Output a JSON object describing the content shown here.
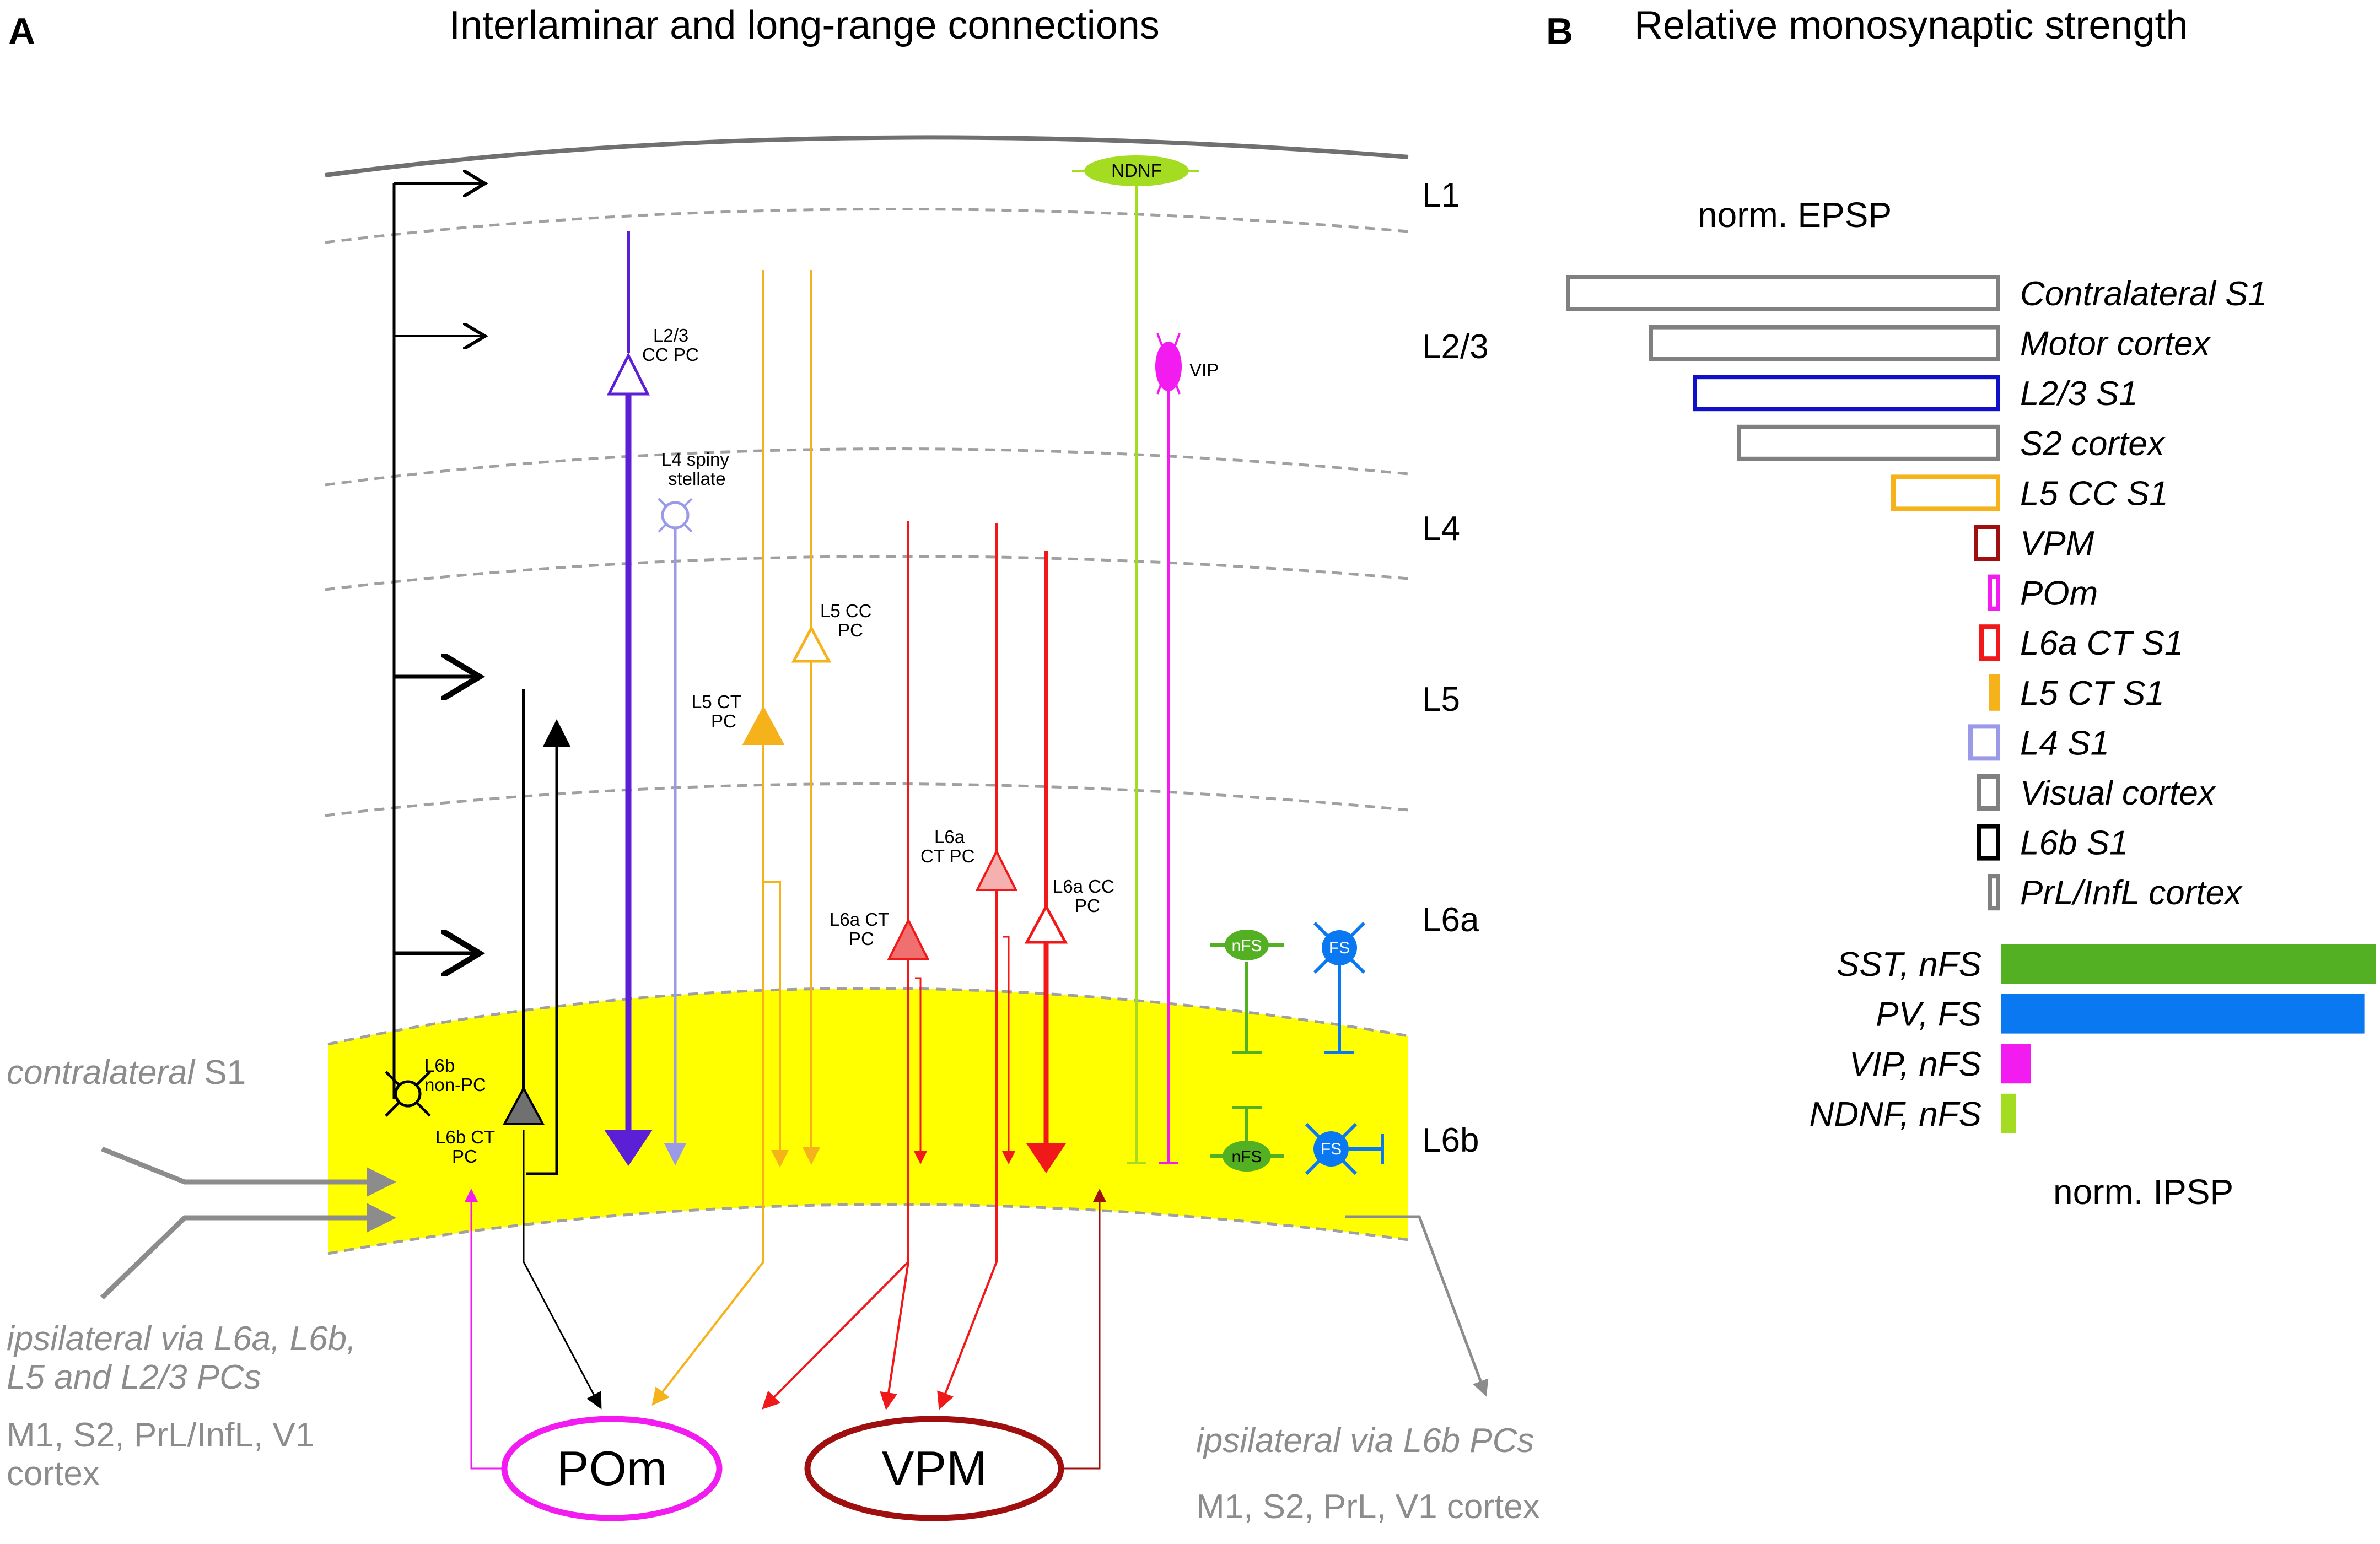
{
  "panel_a": {
    "letter": "A",
    "title": "Interlaminar and long-range connections",
    "layers": [
      "L1",
      "L2/3",
      "L4",
      "L5",
      "L6a",
      "L6b"
    ],
    "cells": {
      "l23_cc_pc": [
        "L2/3",
        "CC PC"
      ],
      "l4_spiny": [
        "L4 spiny",
        "stellate"
      ],
      "l5_cc_pc": [
        "L5 CC",
        "PC"
      ],
      "l5_ct_pc": [
        "L5 CT",
        "PC"
      ],
      "l6a_ct_pc_1": [
        "L6a",
        "CT PC"
      ],
      "l6a_ct_pc_2": [
        "L6a CT",
        "PC"
      ],
      "l6a_cc_pc": [
        "L6a CC",
        "PC"
      ],
      "l6b_non_pc": [
        "L6b",
        "non-PC"
      ],
      "l6b_ct_pc": [
        "L6b CT",
        "PC"
      ],
      "ndnf": "NDNF",
      "vip": "VIP",
      "nfs": "nFS",
      "fs": "FS"
    },
    "inputs": {
      "contra_italic": "contralateral",
      "contra_plain": " S1",
      "ipsi_line1": "ipsilateral via L6a, L6b,",
      "ipsi_line2": "L5 and L2/3 PCs",
      "ipsi_areas_line1": "M1, S2, PrL/InfL, V1",
      "ipsi_areas_line2": "cortex"
    },
    "outputs": {
      "line1": "ipsilateral via L6b PCs",
      "line2": "M1, S2, PrL, V1 cortex"
    },
    "nuclei": {
      "pom": "POm",
      "vpm": "VPM"
    },
    "colors": {
      "l6b_band": "#ffff00",
      "l23": "#5b1fd6",
      "l4": "#9a9ae8",
      "l5": "#f5b21a",
      "l6a": "#f01818",
      "ndnf": "#a4dc22",
      "vip": "#f21bf0",
      "nfs": "#52b022",
      "fs": "#0a78f0",
      "pom": "#f21bf0",
      "vpm": "#a00f0f",
      "grey": "#8c8c8c"
    }
  },
  "panel_b": {
    "letter": "B",
    "title": "Relative monosynaptic strength",
    "epsp_label": "norm. EPSP",
    "ipsp_label": "norm. IPSP",
    "epsp_bars": [
      {
        "label": "Contralateral S1",
        "value": 0.78,
        "color": "#808080",
        "filled": false
      },
      {
        "label": "Motor cortex",
        "value": 0.63,
        "color": "#808080",
        "filled": false
      },
      {
        "label": "L2/3 S1",
        "value": 0.55,
        "color": "#1010c8",
        "filled": false
      },
      {
        "label": "S2 cortex",
        "value": 0.47,
        "color": "#808080",
        "filled": false
      },
      {
        "label": "L5 CC S1",
        "value": 0.19,
        "color": "#f5b21a",
        "filled": false
      },
      {
        "label": "VPM",
        "value": 0.04,
        "color": "#a00f0f",
        "filled": false
      },
      {
        "label": "POm",
        "value": 0.015,
        "color": "#f21bf0",
        "filled": false
      },
      {
        "label": "L6a CT S1",
        "value": 0.03,
        "color": "#f01818",
        "filled": false
      },
      {
        "label": "L5 CT S1",
        "value": 0.012,
        "color": "#f5b21a",
        "filled": true
      },
      {
        "label": "L4 S1",
        "value": 0.05,
        "color": "#9a9ae8",
        "filled": false
      },
      {
        "label": "Visual cortex",
        "value": 0.035,
        "color": "#808080",
        "filled": false
      },
      {
        "label": "L6b S1",
        "value": 0.035,
        "color": "#000000",
        "filled": false
      },
      {
        "label": "PrL/InfL cortex",
        "value": 0.015,
        "color": "#808080",
        "filled": false
      }
    ],
    "ipsp_bars": [
      {
        "label": "SST, nFS",
        "value": 1.0,
        "color": "#52b022"
      },
      {
        "label": "PV, FS",
        "value": 0.97,
        "color": "#0a78f0"
      },
      {
        "label": "VIP, nFS",
        "value": 0.08,
        "color": "#f21bf0"
      },
      {
        "label": "NDNF, nFS",
        "value": 0.04,
        "color": "#a4dc22"
      }
    ]
  }
}
